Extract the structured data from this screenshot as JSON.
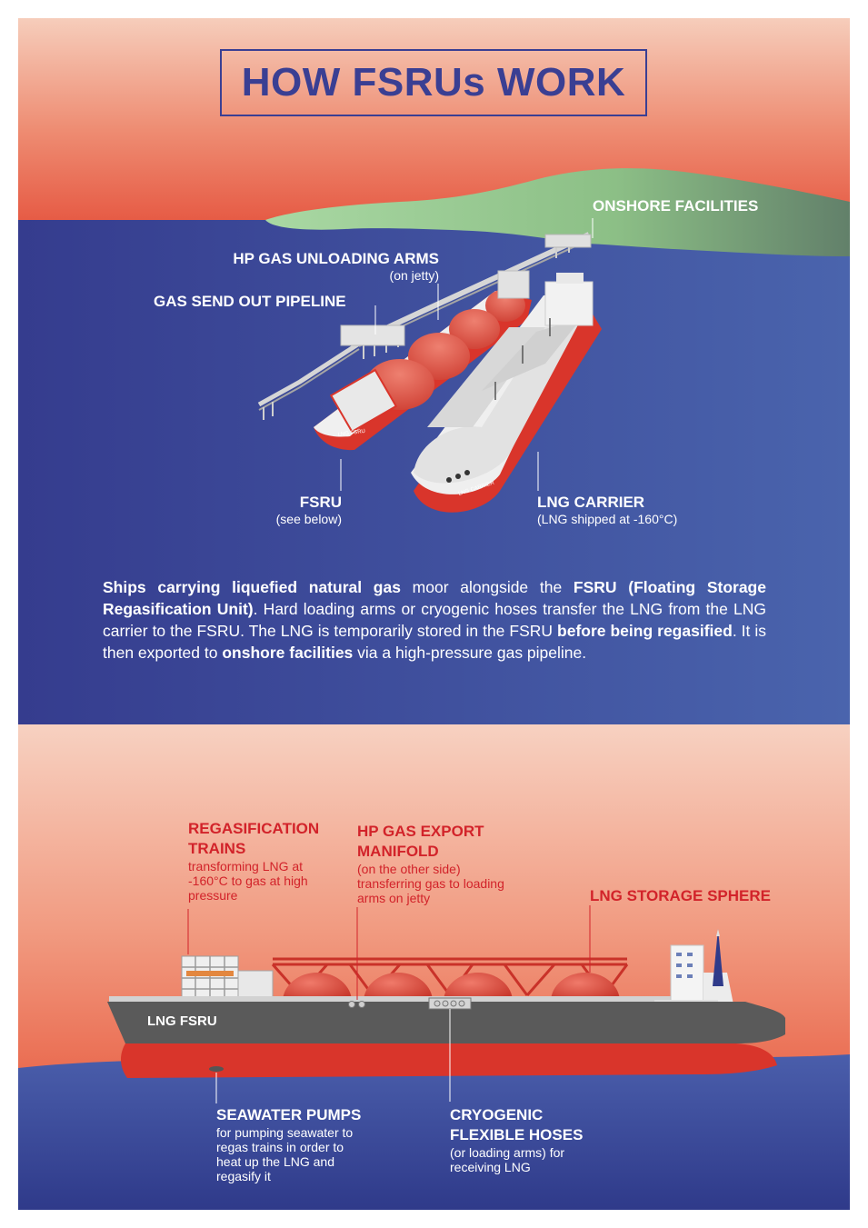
{
  "title": "HOW FSRUs WORK",
  "top_labels": {
    "onshore": "ONSHORE FACILITIES",
    "hp_arms": "HP GAS UNLOADING ARMS",
    "hp_arms_sub": "(on jetty)",
    "pipeline": "GAS SEND OUT PIPELINE",
    "fsru": "FSRU",
    "fsru_sub": "(see below)",
    "carrier": "LNG CARRIER",
    "carrier_sub": "(LNG shipped at -160°C)",
    "fsru_hull_text": "LNG FSRU",
    "carrier_hull_text": "LNG CARRIER"
  },
  "paragraph": {
    "p1": "Ships carrying liquefied natural gas",
    "p2": " moor alongside the ",
    "p3": "FSRU",
    "p4": "  ",
    "p5": "(Floating Storage Regasification Unit)",
    "p6": ". Hard loading arms or cryogenic hoses transfer the LNG from the LNG carrier to the FSRU. The LNG is temporarily stored in the FSRU ",
    "p7": "before being regasified",
    "p8": ". It is then exported to ",
    "p9": "onshore facilities",
    "p10": " via a high-pressure gas pipeline."
  },
  "bottom_labels": {
    "regas": "REGASIFICATION TRAINS",
    "regas_sub": "transforming LNG at -160°C to gas at high pressure",
    "manifold": "HP GAS EXPORT MANIFOLD",
    "manifold_sub": "(on the other side) transferring gas to loading arms on jetty",
    "sphere": "LNG STORAGE SPHERE",
    "pumps": "SEAWATER PUMPS",
    "pumps_sub": "for pumping seawater to regas trains in order to heat up the LNG and regasify it",
    "hoses": "CRYOGENIC FLEXIBLE HOSES",
    "hoses_sub": "(or loading arms) for receiving LNG",
    "hull_text": "LNG FSRU"
  },
  "colors": {
    "title": "#3a3f93",
    "ocean": "#3c4494",
    "sky_top": "#f4c2ae",
    "sky_bottom": "#e65d46",
    "hull_red": "#d9352b",
    "label_red": "#d2232a"
  }
}
